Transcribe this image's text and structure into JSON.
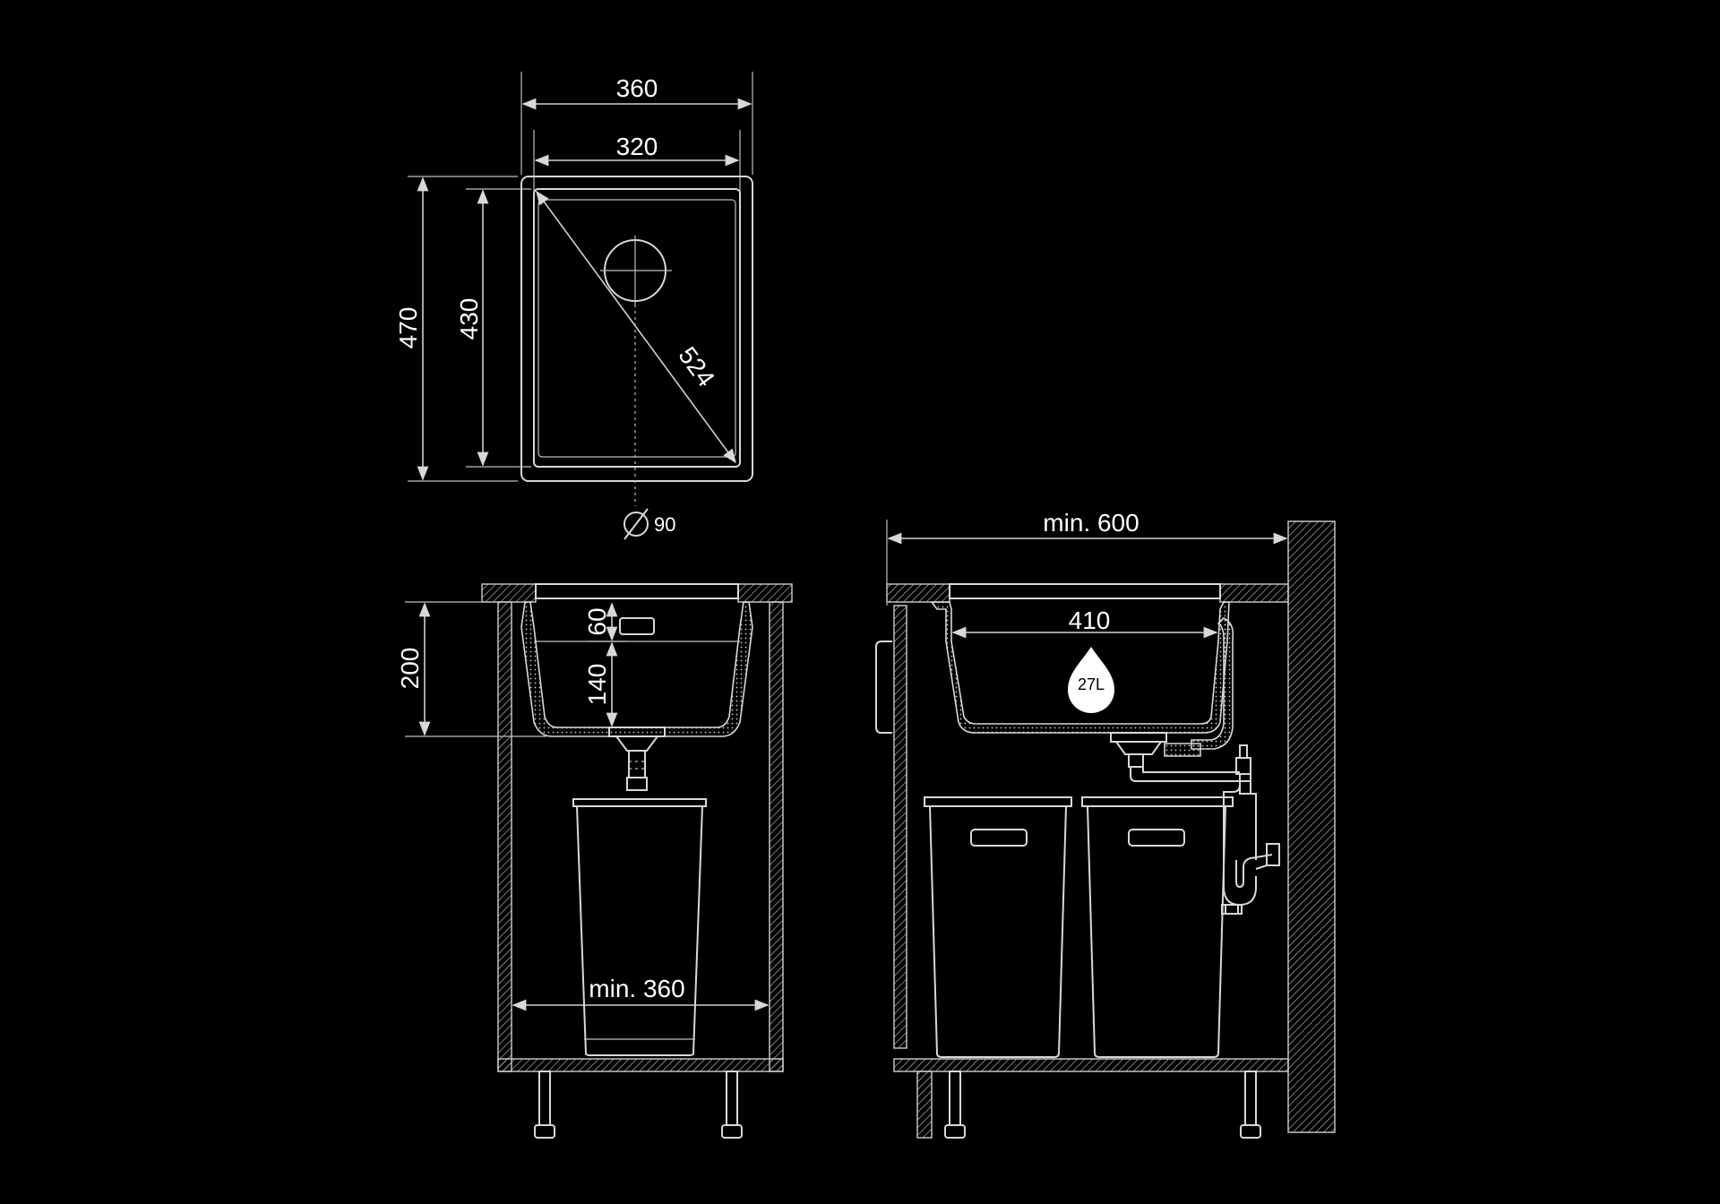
{
  "top_view": {
    "outer_width": "360",
    "inner_width": "320",
    "outer_depth": "470",
    "inner_depth": "430",
    "diagonal": "524",
    "drain_diameter": "90"
  },
  "front_section": {
    "height_total": "200",
    "height_upper": "60",
    "height_lower": "140",
    "cabinet_min_width": "min. 360"
  },
  "side_section": {
    "cabinet_min_width": "min. 600",
    "bowl_width": "410",
    "volume": "27L"
  },
  "icons": {
    "diameter_symbol": "diameter-icon",
    "water_drop": "water-drop-icon"
  },
  "colors": {
    "background": "#000000",
    "lines": "#d8d8d8",
    "drop": "#ffffff"
  }
}
